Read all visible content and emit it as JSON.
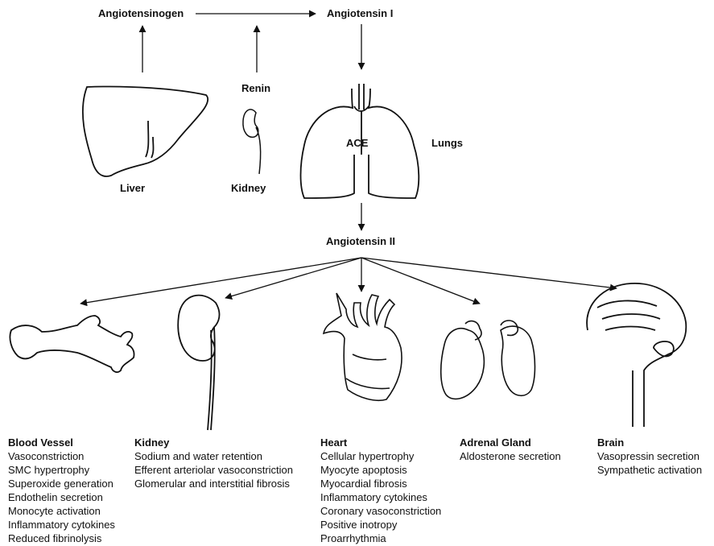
{
  "top": {
    "angiotensinogen": "Angiotensinogen",
    "angiotensin_i": "Angiotensin I",
    "renin": "Renin",
    "liver": "Liver",
    "kidney": "Kidney",
    "ace": "ACE",
    "lungs": "Lungs",
    "angiotensin_ii": "Angiotensin II"
  },
  "targets": [
    {
      "title": "Blood Vessel",
      "effects": [
        "Vasoconstriction",
        "SMC hypertrophy",
        "Superoxide generation",
        "Endothelin secretion",
        "Monocyte activation",
        "Inflammatory cytokines",
        "Reduced fibrinolysis"
      ]
    },
    {
      "title": "Kidney",
      "effects": [
        "Sodium and water retention",
        "Efferent arteriolar vasoconstriction",
        "Glomerular and interstitial fibrosis"
      ]
    },
    {
      "title": "Heart",
      "effects": [
        "Cellular hypertrophy",
        "Myocyte apoptosis",
        "Myocardial fibrosis",
        "Inflammatory cytokines",
        "Coronary vasoconstriction",
        "Positive inotropy",
        "Proarrhythmia"
      ]
    },
    {
      "title": "Adrenal Gland",
      "effects": [
        "Aldosterone secretion"
      ]
    },
    {
      "title": "Brain",
      "effects": [
        "Vasopressin secretion",
        "Sympathetic activation"
      ]
    }
  ],
  "colors": {
    "ink": "#111111",
    "background": "#ffffff"
  }
}
